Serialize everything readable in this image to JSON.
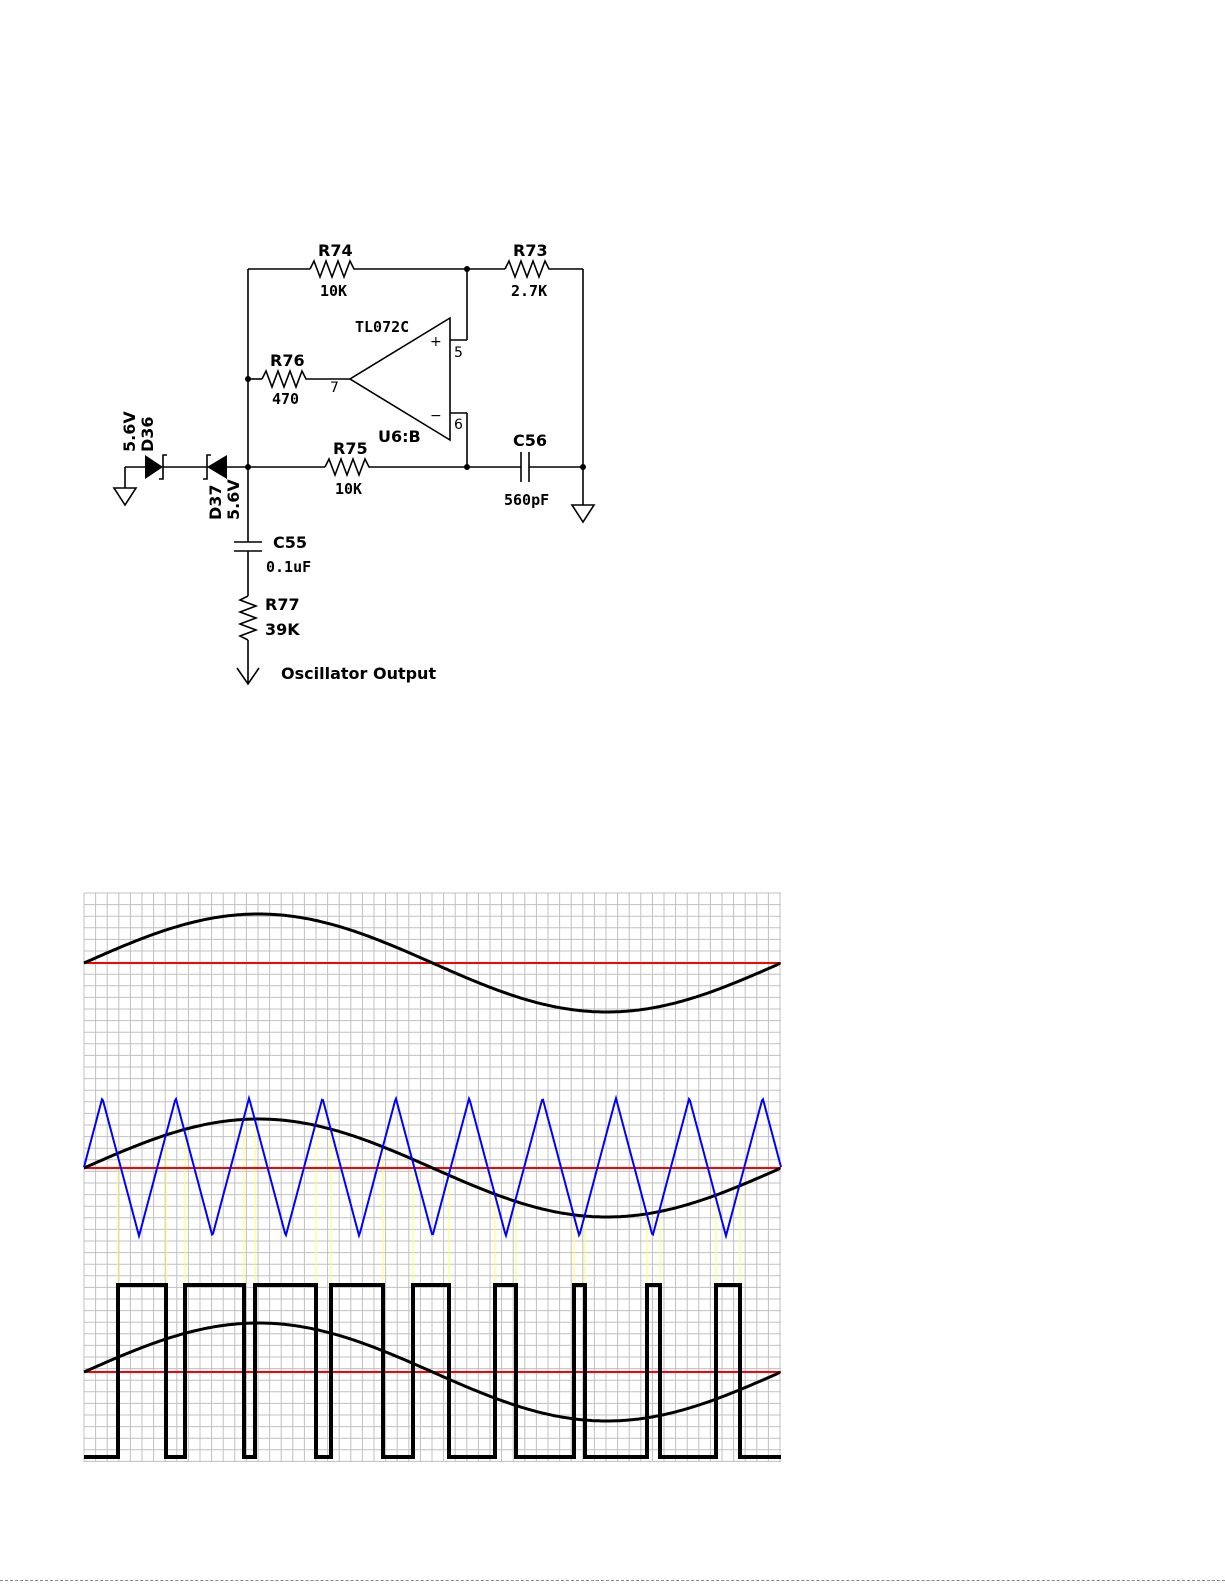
{
  "schematic": {
    "components": {
      "R74": {
        "ref": "R74",
        "value": "10K"
      },
      "R73": {
        "ref": "R73",
        "value": "2.7K"
      },
      "R76": {
        "ref": "R76",
        "value": "470"
      },
      "R75": {
        "ref": "R75",
        "value": "10K"
      },
      "R77": {
        "ref": "R77",
        "value": "39K"
      },
      "C56": {
        "ref": "C56",
        "value": "560pF"
      },
      "C55": {
        "ref": "C55",
        "value": "0.1uF"
      },
      "D36": {
        "ref": "D36",
        "value": "5.6V"
      },
      "D37": {
        "ref": "D37",
        "value": "5.6V"
      },
      "opamp": {
        "part": "TL072C",
        "ref": "U6:B",
        "pin_out": "7",
        "pin_plus": "5",
        "pin_minus": "6",
        "plus_sign": "+",
        "minus_sign": "−"
      }
    },
    "output_label": "Oscillator Output"
  },
  "waveforms": {
    "colors": {
      "grid": "#c0c0c0",
      "reference": "#ff0000",
      "sine": "#000000",
      "triangle": "#0000ff",
      "pwm": "#000000",
      "marker": "#ffff66"
    },
    "sine_cycles": 1,
    "triangle_cycles": 9.5,
    "panels": 3
  }
}
